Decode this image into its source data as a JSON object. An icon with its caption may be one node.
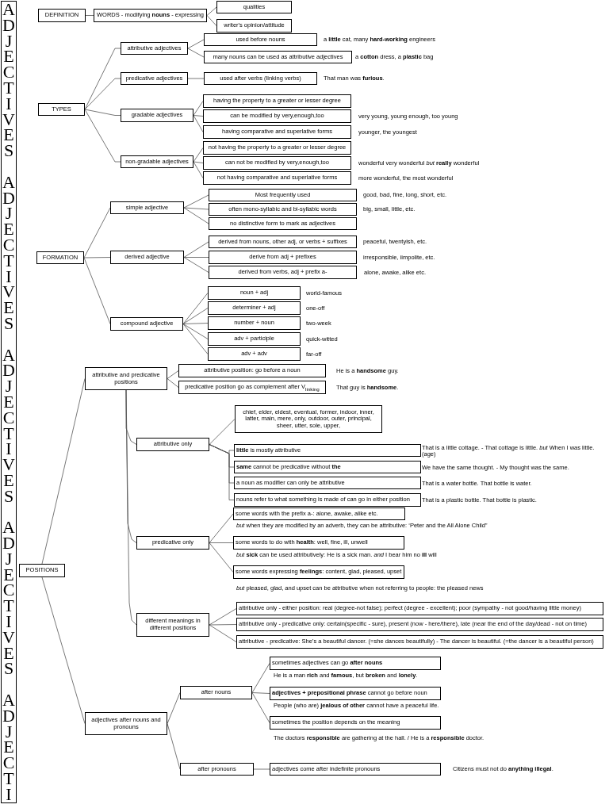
{
  "diagram": {
    "nodes": [
      {
        "text": [
          "ADJECTIVES ADJECTIVES ADJECTIVES ADJECTIVES ADJECTI"
        ]
      },
      {
        "text": [
          "DEFINITION"
        ]
      },
      {
        "text": [
          "WORDS - modifying **nouns** - expressing"
        ]
      },
      {
        "text": [
          "qualities"
        ]
      },
      {
        "text": [
          "writer's opinion/attitude"
        ]
      },
      {
        "text": [
          "TYPES"
        ]
      },
      {
        "text": [
          "attributive adjectives"
        ]
      },
      {
        "text": [
          "used before nouns"
        ],
        "beside": [
          "a **little** cat, many **hard-working** engineers"
        ]
      },
      {
        "text": [
          "many nouns can be used as attributive adjectives"
        ],
        "beside": [
          "a **cotton** dress, a **plastic** bag"
        ]
      },
      {
        "text": [
          "predicative adjectives"
        ]
      },
      {
        "text": [
          "used after verbs (linking verbs)"
        ],
        "beside": [
          "That man was **furious**."
        ]
      },
      {
        "text": [
          "gradable adjectives"
        ]
      },
      {
        "text": [
          "having the property to a greater or lesser degree"
        ]
      },
      {
        "text": [
          "can be modified by very,enough,too"
        ],
        "beside": [
          "very young, young enough, too young"
        ]
      },
      {
        "text": [
          "having comparative and superlative forms"
        ],
        "beside": [
          "younger, the youngest"
        ]
      },
      {
        "text": [
          "non-gradable adjectives"
        ]
      },
      {
        "text": [
          "not having the property to a greater or lesser degree"
        ]
      },
      {
        "text": [
          "can not be modified by very,enough,too"
        ],
        "beside": [
          "wonderful very wonderful *but* **really** wonderful"
        ]
      },
      {
        "text": [
          "not having comparative and superlative forms"
        ],
        "beside": [
          "more wonderful, the most wonderful"
        ]
      },
      {
        "text": [
          "FORMATION"
        ]
      },
      {
        "text": [
          "simple adjective"
        ]
      },
      {
        "text": [
          "Most frequently used"
        ],
        "beside": [
          "good, bad, fine, long, short, etc."
        ]
      },
      {
        "text": [
          "often mono-syllabic and bi-syllabic words"
        ],
        "beside": [
          "big, small, little, etc."
        ]
      },
      {
        "text": [
          "no distinctive form to mark as adjectives"
        ]
      },
      {
        "text": [
          "derived adjective"
        ]
      },
      {
        "text": [
          "derived from nouns, other adj, or verbs + suffixes"
        ],
        "beside": [
          "peaceful,  twentyish, etc."
        ]
      },
      {
        "text": [
          "derive from adj + prefixes"
        ],
        "beside": [
          "irresponsible, iimpolite, etc."
        ]
      },
      {
        "text": [
          "derived from verbs, adj + prefix a-"
        ],
        "beside": [
          "alone, awake, alike etc."
        ]
      },
      {
        "text": [
          "compound adjective"
        ]
      },
      {
        "text": [
          "noun + adj"
        ],
        "beside": [
          "world-famous"
        ]
      },
      {
        "text": [
          "determiner + adj"
        ],
        "beside": [
          "one-off"
        ]
      },
      {
        "text": [
          "number + noun"
        ],
        "beside": [
          "two-week"
        ]
      },
      {
        "text": [
          "adv + participle"
        ],
        "beside": [
          "quick-witted"
        ]
      },
      {
        "text": [
          "adv + adv"
        ],
        "beside": [
          "far-off"
        ]
      },
      {
        "text": [
          "POSITIONS"
        ]
      },
      {
        "text": [
          "attributive and predicative positions"
        ]
      },
      {
        "text": [
          "attributive position: go before a noun"
        ],
        "beside": [
          "He is a **handsome** guy."
        ]
      },
      {
        "text": [
          "predicative position go as complement after V$_{linking}$"
        ],
        "beside": [
          "That guy is **handsome**."
        ]
      },
      {
        "text": [
          "attributive only"
        ]
      },
      {
        "text": [
          "chief, elder, eldest, eventual, former, indoor, inner, latter, main, mere, only, outdoor, outer, principal, sheer, utter, sole, upper,"
        ]
      },
      {
        "text": [
          "**little** is mostly attributive"
        ],
        "beside": [
          "That is a little cottage. - That cottage is little. *but* When I was little. (age)"
        ]
      },
      {
        "text": [
          "**same** cannot be predicative without **the**"
        ],
        "beside": [
          "We have the same thought. - My thought was the same."
        ]
      },
      {
        "text": [
          "a noun as modifier can only be attributive"
        ],
        "beside": [
          "That is a water bottle. That bottle is water."
        ]
      },
      {
        "text": [
          "nouns refer to what something is made of can go in either position"
        ],
        "beside": [
          "That is a plastic bottle. That bottle is plastic."
        ]
      },
      {
        "text": [
          "predicative only"
        ]
      },
      {
        "text": [
          "some words with the prefix a-: alone, awake, alike etc."
        ],
        "beside": [
          "*but* when they are modified by an adverb, they can be attributive: ‘Peter and the All Alone Child”"
        ]
      },
      {
        "text": [
          "some words to do with **health**: well, fine, ill, unwell"
        ],
        "beside": [
          "*but* **sick** can be used attributively: He is a sick man.  *and* I bear him no **ill** will"
        ]
      },
      {
        "text": [
          "some words expressing **feelings**: content, glad, pleased, upset"
        ],
        "beside": [
          "*but* pleased, glad, and upset can be attributive when not referring to people: the pleased news"
        ]
      },
      {
        "text": [
          "different meanings in different positions"
        ]
      },
      {
        "text": [
          "attributive only - either position: real (degree-not false); perfect (degree - excellent); poor (sympathy - not good/having little money)"
        ]
      },
      {
        "text": [
          "attributive only - predicative only: certain(specific - sure), present (now - here/there), late (near the end of the day/dead - not on time)"
        ]
      },
      {
        "text": [
          "attributive - predicative: She's a beautiful dancer. (=she dances beautifully) - The dancer is beautiful. (=the dancer is a beautiful person)"
        ]
      },
      {
        "text": [
          "adjectives after nouns and pronouns"
        ]
      },
      {
        "text": [
          "after nouns"
        ]
      },
      {
        "text": [
          "sometimes adjectives can go **after nouns**"
        ],
        "beside": [
          "He is a man **rich** and **famous**, but **broken** and **lonely**."
        ]
      },
      {
        "text": [
          "**adjectives + prepositional phrase** cannot go before noun"
        ],
        "beside": [
          "People (who are) **jealous of other** cannot have a peaceful life."
        ]
      },
      {
        "text": [
          "sometimes the position depends on the meaning"
        ],
        "beside": [
          "The doctors **responsible** are gathering at the hall. / He is a **responsible** doctor."
        ]
      },
      {
        "text": [
          "after pronouns"
        ]
      },
      {
        "text": [
          "adjectives come after indefinite pronouns"
        ],
        "beside": [
          "Citizens must not do **anything illegal**."
        ]
      }
    ],
    "edges": [
      {
        "from": 1,
        "to": 2,
        "arrow": "none"
      },
      {
        "from": 2,
        "to": 3,
        "arrow": "none"
      },
      {
        "from": 2,
        "to": 4,
        "arrow": "none"
      },
      {
        "from": 5,
        "to": 6,
        "arrow": "none"
      },
      {
        "from": 5,
        "to": 9,
        "arrow": "none"
      },
      {
        "from": 5,
        "to": 11,
        "arrow": "none"
      },
      {
        "from": 5,
        "to": 15,
        "arrow": "none"
      },
      {
        "from": 6,
        "to": 7,
        "arrow": "none"
      },
      {
        "from": 6,
        "to": 8,
        "arrow": "none"
      },
      {
        "from": 9,
        "to": 10,
        "arrow": "none"
      },
      {
        "from": 11,
        "to": 12,
        "arrow": "none"
      },
      {
        "from": 11,
        "to": 13,
        "arrow": "none"
      },
      {
        "from": 11,
        "to": 14,
        "arrow": "none"
      },
      {
        "from": 15,
        "to": 16,
        "arrow": "none"
      },
      {
        "from": 15,
        "to": 17,
        "arrow": "none"
      },
      {
        "from": 15,
        "to": 18,
        "arrow": "none"
      },
      {
        "from": 19,
        "to": 20,
        "arrow": "none"
      },
      {
        "from": 19,
        "to": 24,
        "arrow": "none"
      },
      {
        "from": 19,
        "to": 28,
        "arrow": "none"
      },
      {
        "from": 20,
        "to": 21,
        "arrow": "none"
      },
      {
        "from": 20,
        "to": 22,
        "arrow": "none"
      },
      {
        "from": 20,
        "to": 23,
        "arrow": "none"
      },
      {
        "from": 24,
        "to": 25,
        "arrow": "none"
      },
      {
        "from": 24,
        "to": 26,
        "arrow": "none"
      },
      {
        "from": 24,
        "to": 27,
        "arrow": "none"
      },
      {
        "from": 28,
        "to": 29,
        "arrow": "none"
      },
      {
        "from": 28,
        "to": 30,
        "arrow": "none"
      },
      {
        "from": 28,
        "to": 31,
        "arrow": "none"
      },
      {
        "from": 28,
        "to": 32,
        "arrow": "none"
      },
      {
        "from": 28,
        "to": 33,
        "arrow": "none"
      },
      {
        "from": 34,
        "to": 35,
        "arrow": "none"
      },
      {
        "from": 34,
        "to": 52,
        "arrow": "none"
      },
      {
        "from": 35,
        "to": 36,
        "arrow": "none"
      },
      {
        "from": 35,
        "to": 37,
        "arrow": "none"
      },
      {
        "from": 35,
        "to": 38,
        "arrow": "none"
      },
      {
        "from": 35,
        "to": 44,
        "arrow": "none"
      },
      {
        "from": 35,
        "to": 48,
        "arrow": "none"
      },
      {
        "from": 38,
        "to": 39,
        "arrow": "none"
      },
      {
        "from": 38,
        "to": 40,
        "arrow": "none"
      },
      {
        "from": 38,
        "to": 41,
        "arrow": "none"
      },
      {
        "from": 38,
        "to": 42,
        "arrow": "none"
      },
      {
        "from": 38,
        "to": 43,
        "arrow": "none"
      },
      {
        "from": 44,
        "to": 45,
        "arrow": "none"
      },
      {
        "from": 44,
        "to": 46,
        "arrow": "none"
      },
      {
        "from": 44,
        "to": 47,
        "arrow": "none"
      },
      {
        "from": 48,
        "to": 49,
        "arrow": "none"
      },
      {
        "from": 48,
        "to": 50,
        "arrow": "none"
      },
      {
        "from": 48,
        "to": 51,
        "arrow": "none"
      },
      {
        "from": 52,
        "to": 53,
        "arrow": "none"
      },
      {
        "from": 52,
        "to": 57,
        "arrow": "none"
      },
      {
        "from": 53,
        "to": 54,
        "arrow": "none"
      },
      {
        "from": 53,
        "to": 55,
        "arrow": "none"
      },
      {
        "from": 53,
        "to": 56,
        "arrow": "none"
      },
      {
        "from": 57,
        "to": 58,
        "arrow": "none"
      }
    ]
  }
}
